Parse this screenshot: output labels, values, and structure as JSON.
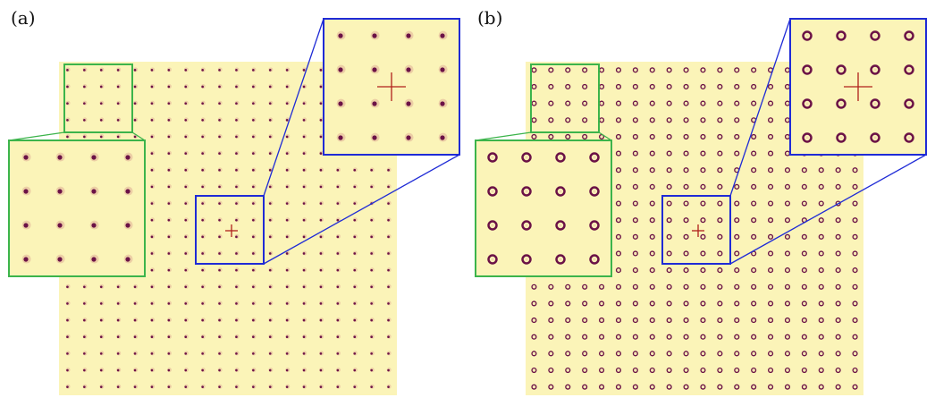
{
  "panels": [
    {
      "label": "(a)",
      "style": "dot"
    },
    {
      "label": "(b)",
      "style": "ring"
    }
  ],
  "colors": {
    "background": "#fbf4b8",
    "spot": "#6b1246",
    "spot_halo": "#c05a6a",
    "inset_green": "#3cb44b",
    "inset_blue": "#1f2bd6",
    "crosshair": "#b0201c"
  },
  "grid": {
    "rows": 20,
    "cols": 20
  }
}
